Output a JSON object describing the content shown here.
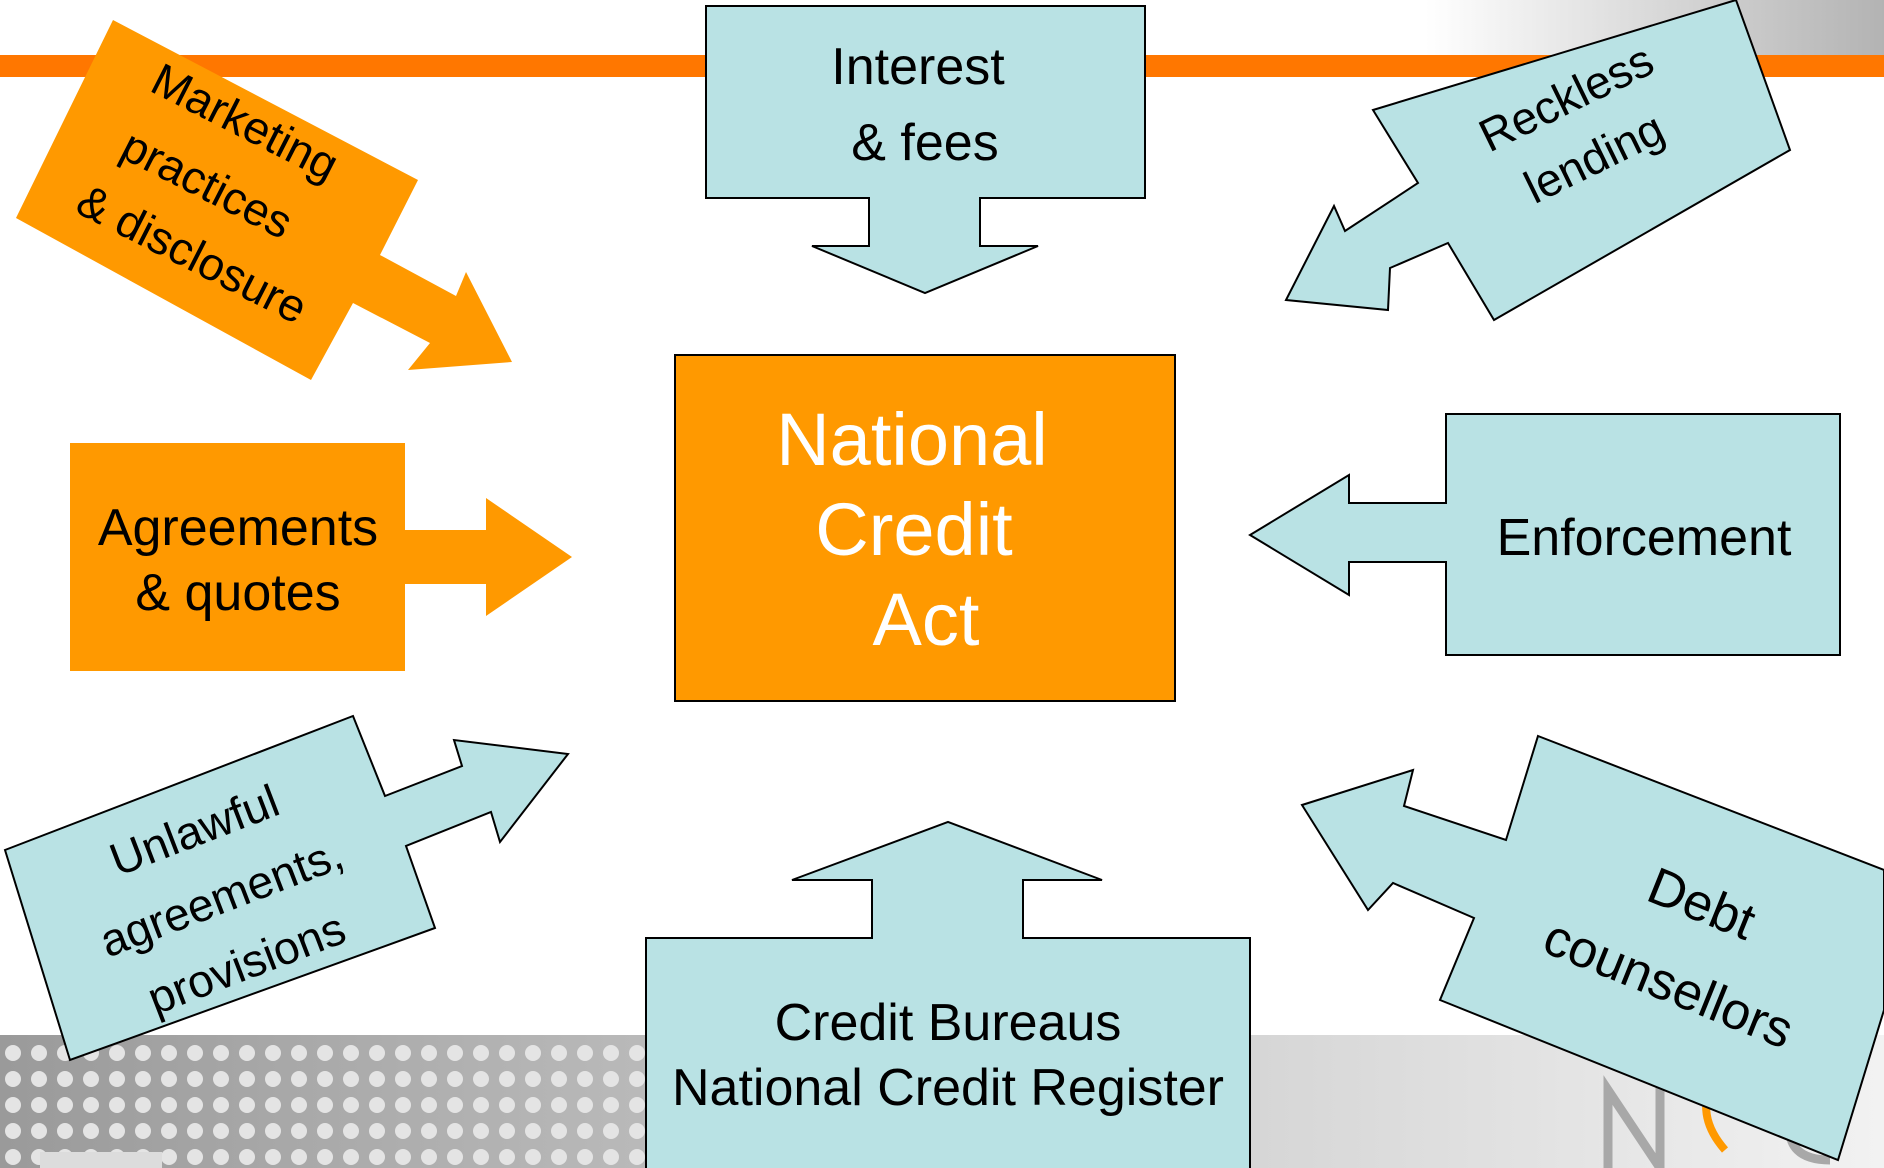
{
  "colors": {
    "accent_orange": "#FF9900",
    "header_line_orange": "#FF7700",
    "box_blue": "#B9E2E4",
    "outline": "#000000",
    "center_text": "#FFFFFF",
    "label_text": "#000000"
  },
  "center": {
    "lines": [
      "National",
      "Credit",
      "Act"
    ]
  },
  "inputs": {
    "interest_fees": [
      "Interest",
      "& fees"
    ],
    "reckless_lending": [
      "Reckless",
      "lending"
    ],
    "marketing": [
      "Marketing",
      "practices",
      "& disclosure"
    ],
    "agreements": [
      "Agreements",
      "& quotes"
    ],
    "enforcement": [
      "Enforcement"
    ],
    "unlawful": [
      "Unlawful",
      "agreements,",
      "provisions"
    ],
    "credit_bureaus": [
      "Credit Bureaus",
      "National Credit Register"
    ],
    "debt_counsellors": [
      "Debt",
      "counsellors"
    ]
  }
}
